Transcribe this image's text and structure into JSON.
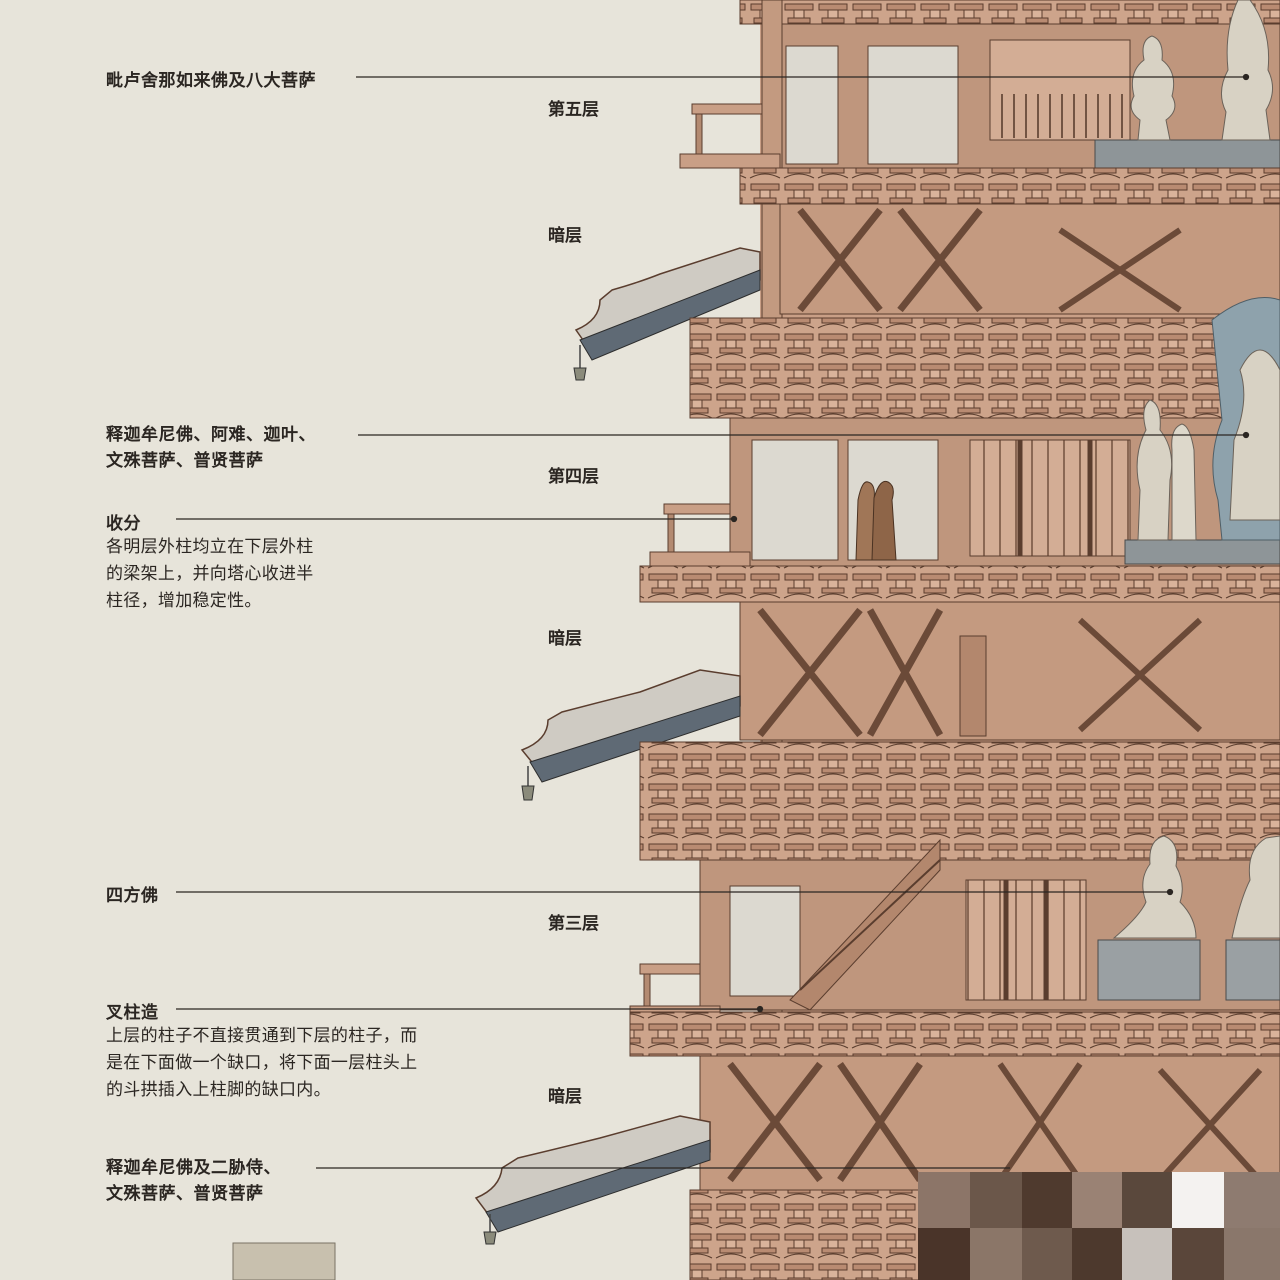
{
  "annotations": {
    "vairocana": "毗卢舍那如来佛及八大菩萨",
    "shakyamuni_line1": "释迦牟尼佛、阿难、迦叶、",
    "shakyamuni_line2": "文殊菩萨、普贤菩萨",
    "shoufen_title": "收分",
    "shoufen_desc_1": "各明层外柱均立在下层外柱",
    "shoufen_desc_2": "的梁架上，并向塔心收进半",
    "shoufen_desc_3": "柱径，增加稳定性。",
    "four_buddhas": "四方佛",
    "chazhuzao_title": "叉柱造",
    "chazhuzao_desc_1": "上层的柱子不直接贯通到下层的柱子，而",
    "chazhuzao_desc_2": "是在下面做一个缺口，将下面一层柱头上",
    "chazhuzao_desc_3": "的斗拱插入上柱脚的缺口内。",
    "shakyamuni_two_line1": "释迦牟尼佛及二胁侍、",
    "shakyamuni_two_line2": "文殊菩萨、普贤菩萨"
  },
  "floors": {
    "fifth": "第五层",
    "dark1": "暗层",
    "fourth": "第四层",
    "dark2": "暗层",
    "third": "第三层",
    "dark3": "暗层"
  },
  "colors": {
    "background": "#e7e4da",
    "wood": "#c99f86",
    "wood_dark": "#5a3d2e",
    "roof": "#cfcbc3",
    "leader": "#2b2622"
  }
}
